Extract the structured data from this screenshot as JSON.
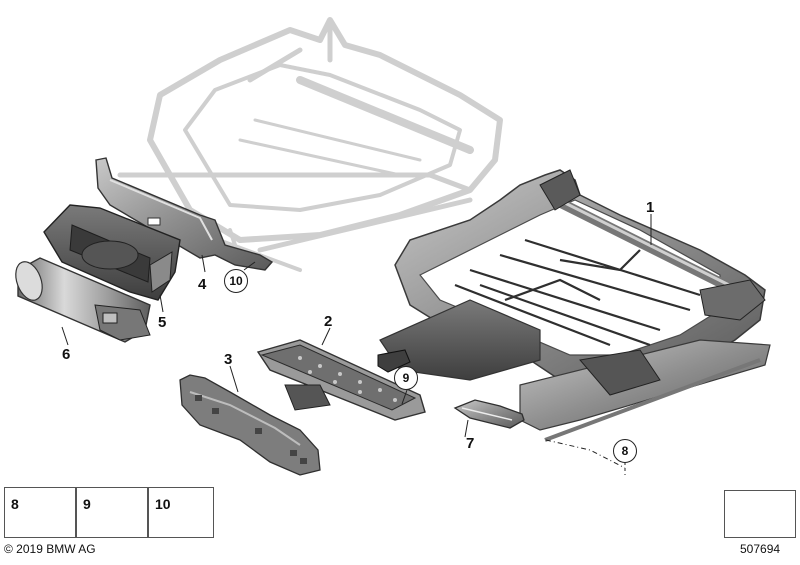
{
  "callouts": {
    "c1": "1",
    "c2": "2",
    "c3": "3",
    "c4": "4",
    "c5": "5",
    "c6": "6",
    "c7": "7",
    "c8": "8",
    "c9": "9",
    "c10": "10"
  },
  "legend": [
    {
      "number": "8",
      "icon": "hex-bolt-icon"
    },
    {
      "number": "9",
      "icon": "torx-screw-icon"
    },
    {
      "number": "10",
      "icon": "hex-flange-bolt-icon"
    }
  ],
  "footer": {
    "copyright": "© 2019 BMW AG",
    "image_number": "507694"
  },
  "colors": {
    "ghost_frame": "#d4d4d4",
    "metal_dark": "#6a6a6a",
    "metal_mid": "#8c8c8c",
    "metal_light": "#b8b8b8"
  }
}
